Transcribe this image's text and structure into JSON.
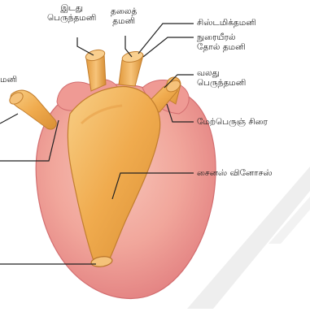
{
  "labels": {
    "left_pulmonary_artery": [
      "இடது",
      "பெருந்தமனி"
    ],
    "carotid_artery": [
      "தலைத்",
      "தமனி"
    ],
    "systemic_artery": [
      "சிஸ்டமிக்தமனி"
    ],
    "pulmocutaneous_artery": [
      "நுரையீரல்",
      "தோல் தமனி"
    ],
    "right_pulmonary_artery": [
      "வலது",
      "பெருந்தமனி"
    ],
    "superior_vena_cava": [
      "மேற்பெருஞ் சிரை"
    ],
    "sinus_venosus": [
      "சைனஸ் வினோசஸ்"
    ],
    "left_edge_label": [
      "மனி"
    ]
  },
  "colors": {
    "heart_outer": "#e98f8f",
    "heart_inner": "#f6b5a8",
    "vessel": "#efa84a",
    "vessel_light": "#f6c576",
    "vessel_dark": "#c9832e",
    "leader_line": "#222222",
    "watermark": "#ececec"
  }
}
